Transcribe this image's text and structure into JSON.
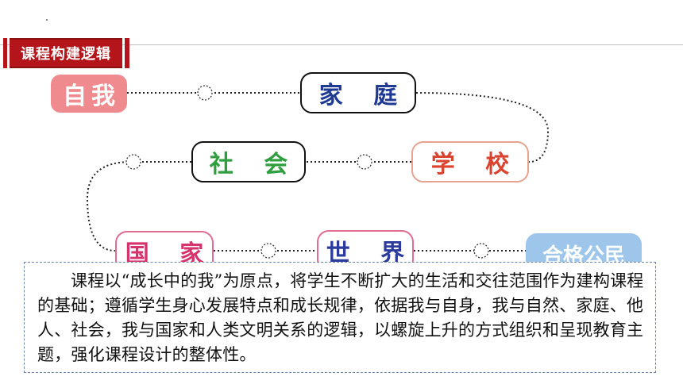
{
  "header": {
    "title": "课程构建逻辑"
  },
  "nodes": {
    "self": "自我",
    "home": "家 庭",
    "society": "社 会",
    "school": "学 校",
    "nation": "国 家",
    "world": "世 界",
    "citizen": "合格公民"
  },
  "description": "课程以“成长中的我”为原点，将学生不断扩大的生活和交往范围作为建构课程的基础；遵循学生身心发展特点和成长规律，依据我与自身，我与自然、家庭、他人、社会，我与国家和人类文明关系的逻辑，以螺旋上升的方式组织和呈现教育主题，强化课程设计的整体性。",
  "colors": {
    "header_red": "#b3151a",
    "self_fill": "#ef8a8f",
    "home_text": "#1f3a93",
    "society_text": "#2e9e3f",
    "school_text": "#d9432f",
    "nation_text": "#d6336c",
    "world_text": "#2d3b9c",
    "citizen_fill": "#9dc6ea"
  }
}
